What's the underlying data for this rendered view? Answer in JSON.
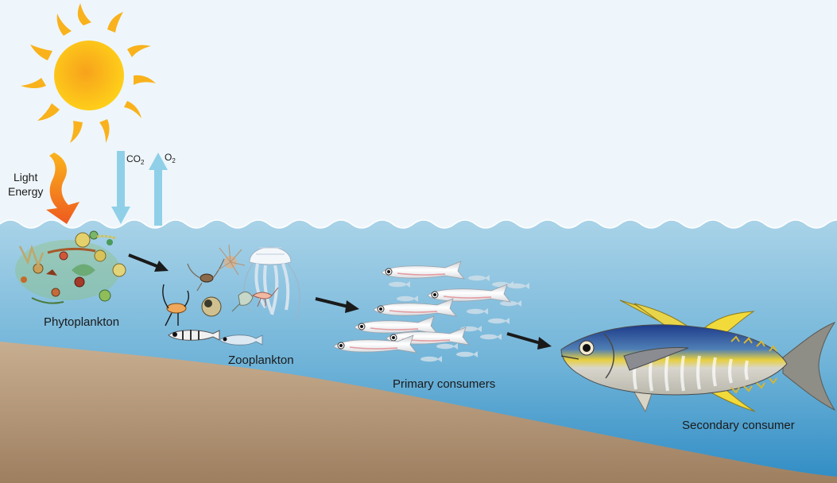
{
  "labels": {
    "light_line1": "Light",
    "light_line2": "Energy",
    "co2": "CO",
    "co2_sub": "2",
    "o2": "O",
    "o2_sub": "2",
    "phytoplankton": "Phytoplankton",
    "zooplankton": "Zooplankton",
    "primary": "Primary consumers",
    "secondary": "Secondary consumer"
  },
  "colors": {
    "sky": "#eef6fb",
    "water_top": "#a9d3e8",
    "water_bottom": "#2f8cc4",
    "sand": "#b99e7f",
    "sun": "#f9b21c",
    "gas_arrow": "#8fd0e8",
    "flow_arrow": "#1a1a1a"
  }
}
